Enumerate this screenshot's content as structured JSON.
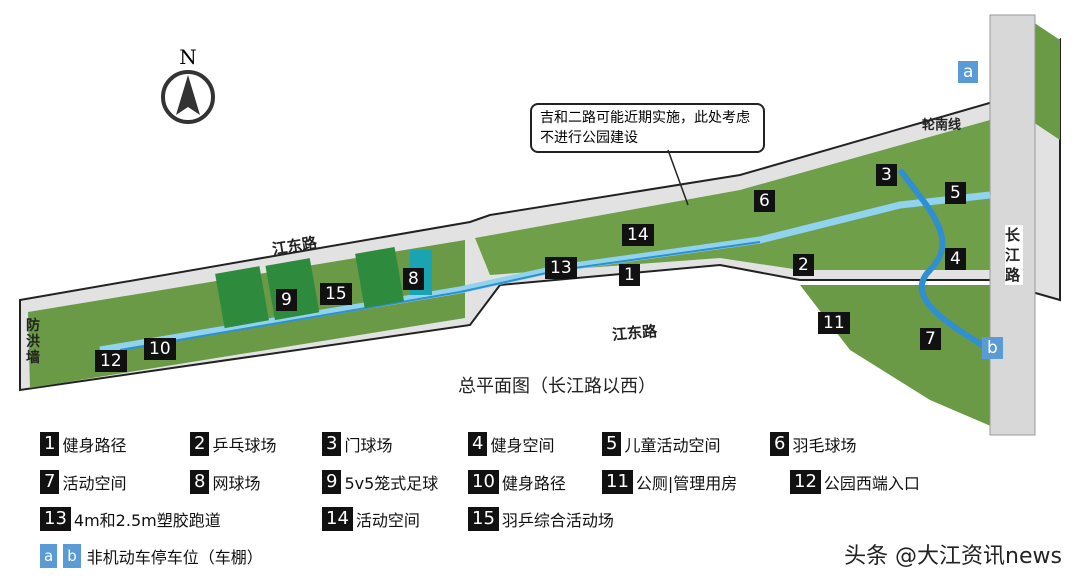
{
  "north_label": "N",
  "roads": {
    "jiangdong_top": "江东路",
    "jiangdong_bottom": "江东路",
    "changjiang": "长江路",
    "lunnan": "轮南线",
    "flood_wall": "防洪墙"
  },
  "callout": "吉和二路可能近期实施，此处考虑不进行公园建设",
  "title": "总平面图（长江路以西）",
  "markers": [
    "1",
    "2",
    "3",
    "4",
    "5",
    "6",
    "7",
    "8",
    "9",
    "10",
    "11",
    "12",
    "13",
    "14",
    "15",
    "a",
    "b"
  ],
  "legend": [
    {
      "n": "1",
      "t": "健身路径"
    },
    {
      "n": "2",
      "t": "乒乓球场"
    },
    {
      "n": "3",
      "t": "门球场"
    },
    {
      "n": "4",
      "t": "健身空间"
    },
    {
      "n": "5",
      "t": "儿童活动空间"
    },
    {
      "n": "6",
      "t": "羽毛球场"
    },
    {
      "n": "7",
      "t": "活动空间"
    },
    {
      "n": "8",
      "t": "网球场"
    },
    {
      "n": "9",
      "t": "5v5笼式足球"
    },
    {
      "n": "10",
      "t": "健身路径"
    },
    {
      "n": "11",
      "t": "公厕|管理用房"
    },
    {
      "n": "12",
      "t": "公园西端入口"
    },
    {
      "n": "13",
      "t": "4m和2.5m塑胶跑道"
    },
    {
      "n": "14",
      "t": "活动空间"
    },
    {
      "n": "15",
      "t": "羽乒综合活动场"
    }
  ],
  "parking": {
    "a": "a",
    "b": "b",
    "t": "非机动车停车位（车棚）"
  },
  "watermark": "头条 @大江资讯news",
  "colors": {
    "park": "#6a9a45",
    "path": "#8fd3ee",
    "river": "#2f8fd0",
    "road": "#e2e2e2",
    "marker": "#111111",
    "parking": "#5b9bd5"
  }
}
